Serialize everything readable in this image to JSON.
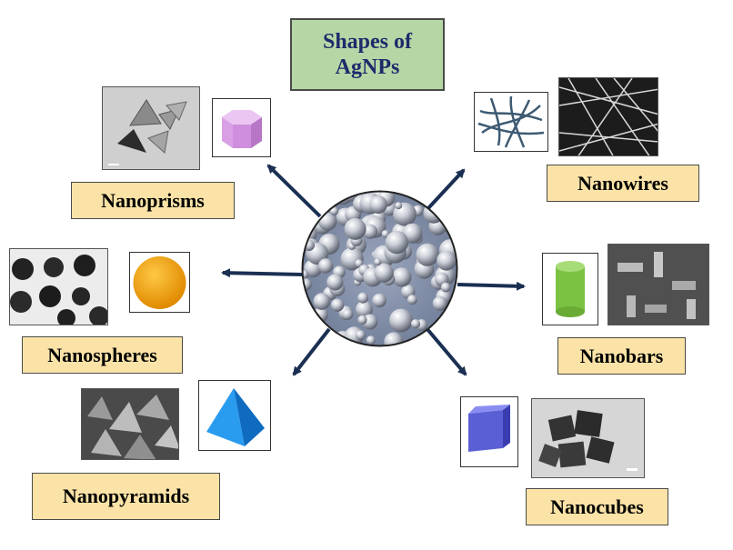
{
  "title": {
    "line1": "Shapes of",
    "line2": "AgNPs"
  },
  "shapes": {
    "nanoprisms": {
      "label": "Nanoprisms",
      "shape_icon": "hexagonal-prism-icon",
      "shape_color": "#d9a0e6"
    },
    "nanospheres": {
      "label": "Nanospheres",
      "shape_icon": "sphere-icon",
      "shape_color": "#f2a516"
    },
    "nanopyramids": {
      "label": "Nanopyramids",
      "shape_icon": "pyramid-icon",
      "shape_color": "#1f86d6"
    },
    "nanowires": {
      "label": "Nanowires",
      "shape_icon": "wire-mesh-icon",
      "shape_color": "#3d5a73"
    },
    "nanobars": {
      "label": "Nanobars",
      "shape_icon": "cylinder-icon",
      "shape_color": "#7cc242"
    },
    "nanocubes": {
      "label": "Nanocubes",
      "shape_icon": "cube-icon",
      "shape_color": "#5b5fd6"
    }
  },
  "colors": {
    "arrow": "#1a2f52",
    "label_fill": "#fbe3a7",
    "title_fill": "#b5d7a6",
    "title_text": "#1f2a6b"
  }
}
